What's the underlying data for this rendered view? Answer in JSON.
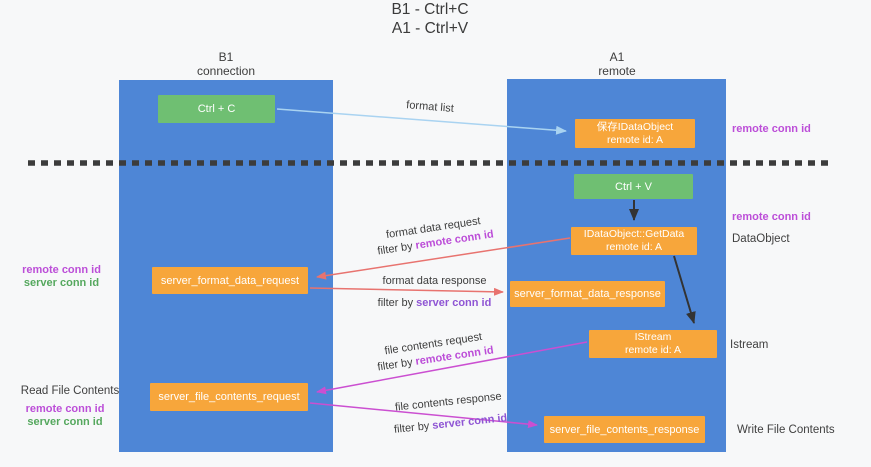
{
  "title": {
    "line1": "B1 - Ctrl+C",
    "line2": "A1 - Ctrl+V"
  },
  "columns": {
    "left": {
      "name": "B1",
      "role": "connection"
    },
    "right": {
      "name": "A1",
      "role": "remote"
    }
  },
  "boxes": {
    "ctrl_c": {
      "label": "Ctrl + C"
    },
    "ctrl_v": {
      "label": "Ctrl + V"
    },
    "save_idataobject": {
      "line1": "保存IDataObject",
      "line2": "remote id: A"
    },
    "idataobject_getdata": {
      "line1": "IDataObject::GetData",
      "line2": "remote id: A"
    },
    "istream": {
      "line1": "IStream",
      "line2": "remote id: A"
    },
    "server_format_data_request": {
      "label": "server_format_data_request"
    },
    "server_format_data_response": {
      "label": "server_format_data_response"
    },
    "server_file_contents_request": {
      "label": "server_file_contents_request"
    },
    "server_file_contents_response": {
      "label": "server_file_contents_response"
    }
  },
  "arrows": {
    "format_list": "format list",
    "format_data_request": "format data request",
    "format_data_response": "format data response",
    "file_contents_request": "file contents request",
    "file_contents_response": "file contents response"
  },
  "labels": {
    "filter_by": "filter by",
    "remote_conn_id": "remote conn id",
    "server_conn_id": "server conn id",
    "data_object": "DataObject",
    "istream": "Istream",
    "read_file_contents": "Read File Contents",
    "write_file_contents": "Write File Contents"
  },
  "colors": {
    "column_blue": "#4e86d6",
    "box_green": "#6fbf72",
    "box_orange": "#f7a63b",
    "arrow_light_blue": "#a9d3f1",
    "arrow_salmon": "#e8736f",
    "arrow_magenta": "#cb4fd1",
    "arrow_black": "#333333",
    "text_dark": "#3d3d3d",
    "text_magenta": "#bc4ed8",
    "text_violet": "#8f55d4",
    "text_green": "#55a85e"
  }
}
